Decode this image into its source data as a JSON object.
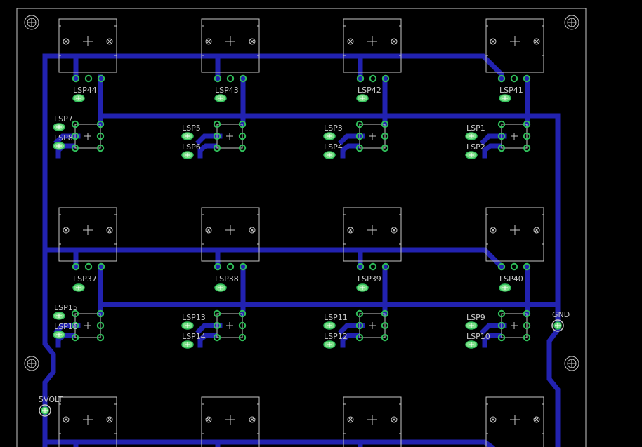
{
  "colors": {
    "background": "#000000",
    "trace": "#2222b0",
    "outline": "#c8c8c8",
    "pad": "#2fbf5a",
    "pad_ring": "#7fe08a",
    "label": "#c8c8c8"
  },
  "labels": {
    "lsp44": "LSP44",
    "lsp43": "LSP43",
    "lsp42": "LSP42",
    "lsp41": "LSP41",
    "lsp7": "LSP7",
    "lsp8": "LSP8",
    "lsp5": "LSP5",
    "lsp6": "LSP6",
    "lsp3": "LSP3",
    "lsp4": "LSP4",
    "lsp1": "LSP1",
    "lsp2": "LSP2",
    "lsp37": "LSP37",
    "lsp38": "LSP38",
    "lsp39": "LSP39",
    "lsp40": "LSP40",
    "lsp15": "LSP15",
    "lsp16": "LSP16",
    "lsp13": "LSP13",
    "lsp14": "LSP14",
    "lsp11": "LSP11",
    "lsp12": "LSP12",
    "lsp9": "LSP9",
    "lsp10": "LSP10",
    "gnd": "GND",
    "volt": "5VOLT"
  }
}
